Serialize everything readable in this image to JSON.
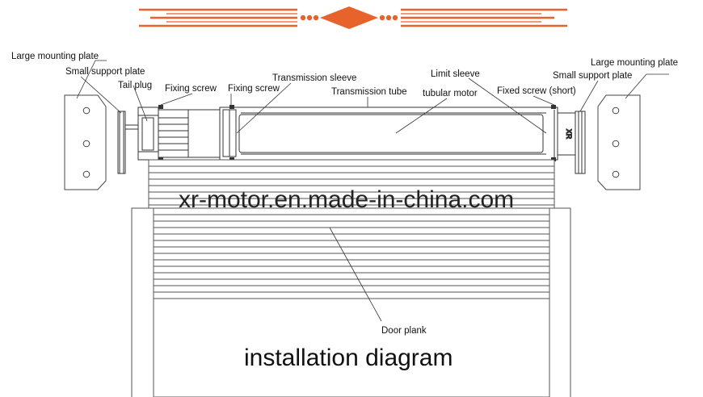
{
  "header": {
    "accent_color": "#e8622c",
    "ornament_icon": "orange-diamond-divider-icon"
  },
  "labels": {
    "large_mounting_plate_left": "Large mounting plate",
    "small_support_plate_left": "Small support plate",
    "tail_plug": "Tail plug",
    "fixing_screw_1": "Fixing screw",
    "fixing_screw_2": "Fixing screw",
    "transmission_sleeve": "Transmission sleeve",
    "transmission_tube": "Transmission tube",
    "limit_sleeve": "Limit sleeve",
    "tubular_motor": "tubular motor",
    "fixed_screw_short": "Fixed screw (short)",
    "small_support_plate_right": "Small support plate",
    "large_mounting_plate_right": "Large mounting plate",
    "door_plank": "Door plank"
  },
  "watermark": "xr-motor.en.made-in-china.com",
  "caption": "installation diagram"
}
